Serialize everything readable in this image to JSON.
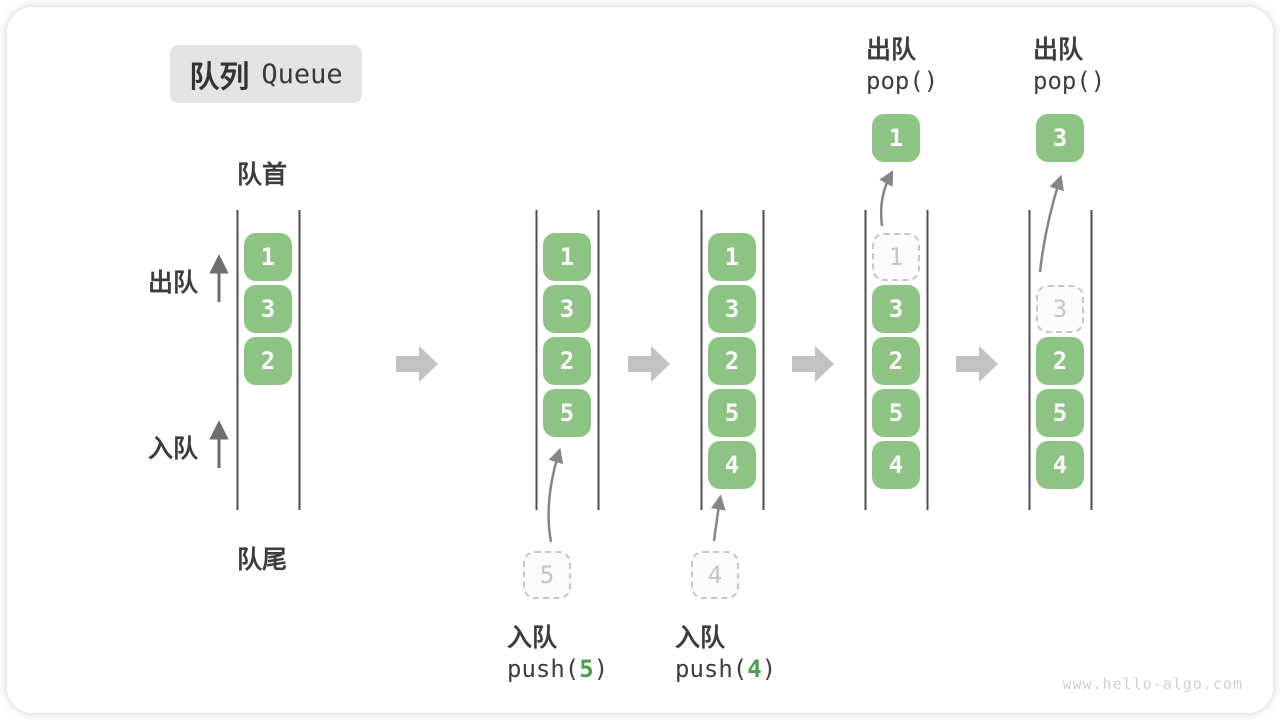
{
  "title": {
    "zh": "队列",
    "en": "Queue"
  },
  "labels": {
    "front": "队首",
    "rear": "队尾",
    "dequeue": "出队",
    "enqueue": "入队"
  },
  "colors": {
    "box_green": "#8dc383",
    "accent_green": "#4c9e50",
    "channel_line": "#4f4f4f",
    "flow_arrow": "#c2c2c2",
    "pointer_arrow": "#858585",
    "ghost_border": "#c6c6c6",
    "label_text": "#3d3d3d"
  },
  "states": [
    {
      "name": "initial",
      "boxes": [
        "1",
        "3",
        "2"
      ]
    },
    {
      "name": "after-push-5",
      "boxes": [
        "1",
        "3",
        "2",
        "5"
      ],
      "incoming_value": "5",
      "op_label": "入队",
      "op_code_before": "push(",
      "op_arg": "5",
      "op_code_after": ")"
    },
    {
      "name": "after-push-4",
      "boxes": [
        "1",
        "3",
        "2",
        "5",
        "4"
      ],
      "incoming_value": "4",
      "op_label": "入队",
      "op_code_before": "push(",
      "op_arg": "4",
      "op_code_after": ")"
    },
    {
      "name": "after-pop-1",
      "ghost_value": "1",
      "boxes": [
        "3",
        "2",
        "5",
        "4"
      ],
      "popped_value": "1",
      "op_label": "出队",
      "op_code": "pop()"
    },
    {
      "name": "after-pop-3",
      "ghost_value": "3",
      "boxes": [
        "2",
        "5",
        "4"
      ],
      "popped_value": "3",
      "op_label": "出队",
      "op_code": "pop()"
    }
  ],
  "watermark": "www.hello-algo.com"
}
